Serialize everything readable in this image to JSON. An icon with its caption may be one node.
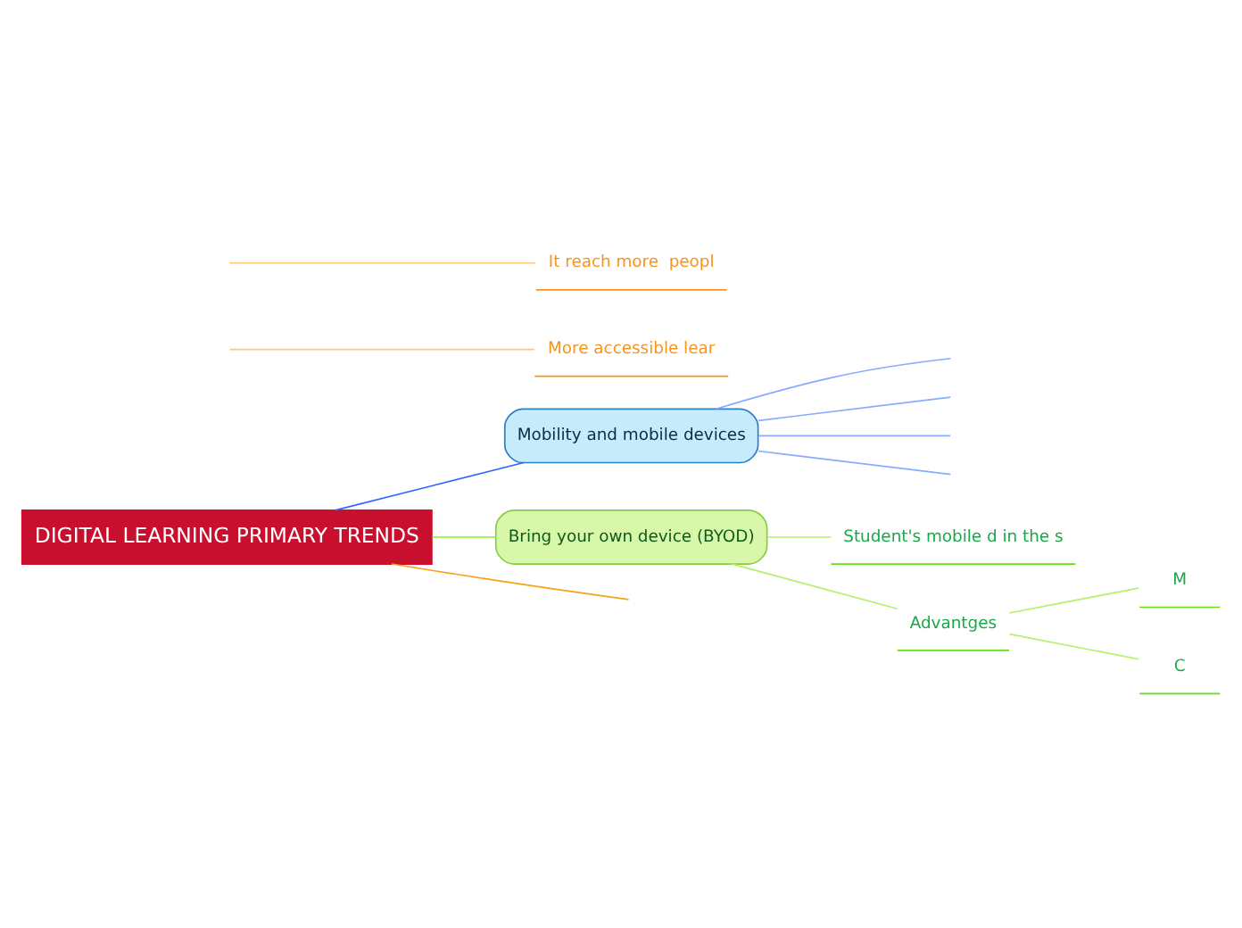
{
  "diagram": {
    "nodes": [
      {
        "text": [
          "DIGITAL LEARNING PRIMARY TRENDS"
        ]
      },
      {
        "text": [
          "Mobility and mobile devices"
        ]
      },
      {
        "text": [
          "More accessible lear"
        ]
      },
      {
        "text": [
          "It reach more  peopl"
        ]
      },
      {
        "text": [
          "Bring your own device (BYOD)"
        ]
      },
      {
        "text": [
          "Student's mobile d in the s"
        ]
      },
      {
        "text": [
          "Advantges"
        ]
      },
      {
        "text": [
          "M"
        ]
      },
      {
        "text": [
          "C"
        ]
      }
    ],
    "edges": [
      {
        "from": 0,
        "to": 1,
        "arrow": "none",
        "color": "#3366ff"
      },
      {
        "from": 1,
        "to": null,
        "arrow": "none",
        "color": "#88aaff"
      },
      {
        "from": 1,
        "to": null,
        "arrow": "none",
        "color": "#88aaff"
      },
      {
        "from": 1,
        "to": null,
        "arrow": "none",
        "color": "#88aaff"
      },
      {
        "from": 1,
        "to": null,
        "arrow": "none",
        "color": "#88aaff"
      },
      {
        "from": 0,
        "to": null,
        "arrow": "none",
        "color": "#f7a11a"
      },
      {
        "from": null,
        "to": 2,
        "arrow": "none",
        "color": "#fbc87a"
      },
      {
        "from": null,
        "to": 3,
        "arrow": "none",
        "color": "#fbc87a"
      },
      {
        "from": 0,
        "to": 4,
        "arrow": "none",
        "color": "#88ee22"
      },
      {
        "from": 4,
        "to": 5,
        "arrow": "none",
        "color": "#b5f06a"
      },
      {
        "from": 4,
        "to": 6,
        "arrow": "none",
        "color": "#b5f06a"
      },
      {
        "from": 6,
        "to": 7,
        "arrow": "none",
        "color": "#b5f06a"
      },
      {
        "from": 6,
        "to": 8,
        "arrow": "none",
        "color": "#b5f06a"
      }
    ]
  }
}
